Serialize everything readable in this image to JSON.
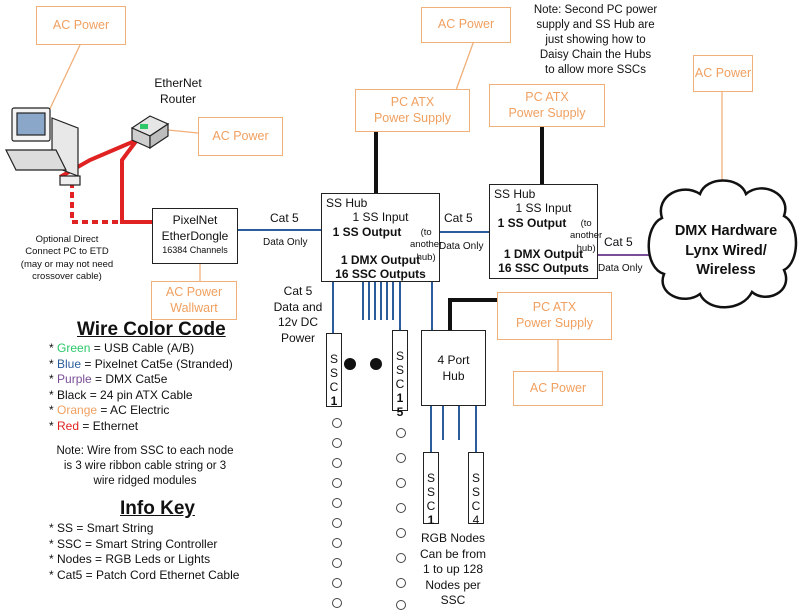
{
  "colors": {
    "green": "#2cc86a",
    "blue": "#2b5d9c",
    "purple": "#7a4e96",
    "black": "#111111",
    "orange": "#f0a060",
    "red": "#e02222"
  },
  "ac": {
    "top_left": "AC Power",
    "router": "AC Power",
    "top_right": "AC Power",
    "far_right": "AC Power",
    "hub": "AC Power"
  },
  "ethernet_router": "EtherNet\nRouter",
  "optional_connect": "Optional Direct\nConnect PC to ETD\n(may or may not need\ncrossover cable)",
  "etd": {
    "title": "PixelNet\nEtherDongle",
    "channels": "16384 Channels"
  },
  "wallwart": "AC Power\nWallwart",
  "cat5": {
    "a": "Cat 5",
    "a_note": "Data Only",
    "b": "Cat 5",
    "b_note": "Data Only",
    "c": "Cat 5",
    "c_note": "Data Only"
  },
  "psu": {
    "a": "PC ATX\nPower Supply",
    "b": "PC ATX\nPower Supply",
    "c": "PC ATX\nPower Supply"
  },
  "note_top": "Note: Second PC power\nsupply and SS Hub are\njust showing how to\nDaisy Chain the Hubs\nto allow more SSCs",
  "hub1": {
    "title": "SS Hub",
    "input": "1 SS Input",
    "out_bold": "1 SS Output",
    "out_small": "(to\nanother hub)",
    "dmx": "1 DMX Output",
    "ssc": "16 SSC Outputs"
  },
  "hub2": {
    "title": "SS Hub",
    "input": "1 SS Input",
    "out_bold": "1 SS Output",
    "out_small": "(to\nanother hub)",
    "dmx": "1 DMX Output",
    "ssc": "16 SSC Outputs"
  },
  "dmx_cloud": "DMX Hardware\nLynx Wired/\nWireless",
  "cat5_data_power": "Cat 5\nData and\n12v DC\nPower",
  "port_hub": "4 Port\nHub",
  "ssc": {
    "a": {
      "letters": "S\nS\nC",
      "num": "1"
    },
    "b": {
      "letters": "S\nS\nC",
      "num": "1\n5"
    },
    "c": {
      "letters": "S\nS\nC",
      "num": "1"
    },
    "d": {
      "letters": "S\nS\nC\n4",
      "num": ""
    }
  },
  "rgb_note": "RGB Nodes\nCan be from\n1 to up 128\nNodes per\nSSC",
  "wire_title": "Wire Color Code",
  "wire": [
    {
      "color": "Green",
      "rest": " = USB Cable (A/B)",
      "key": "green"
    },
    {
      "color": "Blue",
      "rest": " = Pixelnet Cat5e (Stranded)",
      "key": "blue"
    },
    {
      "color": "Purple",
      "rest": " = DMX Cat5e",
      "key": "purple"
    },
    {
      "color": "Black",
      "rest": " = 24 pin ATX Cable",
      "key": "black"
    },
    {
      "color": "Orange",
      "rest": " = AC Electric",
      "key": "orange"
    },
    {
      "color": "Red",
      "rest": " = Ethernet",
      "key": "red"
    }
  ],
  "wire_note": "Note: Wire from SSC to each node\nis 3 wire ribbon cable string or 3\nwire ridged modules",
  "info_title": "Info Key",
  "info": [
    "* SS = Smart String",
    "* SSC = Smart String Controller",
    "* Nodes = RGB Leds or Lights",
    "* Cat5 = Patch Cord Ethernet Cable"
  ]
}
